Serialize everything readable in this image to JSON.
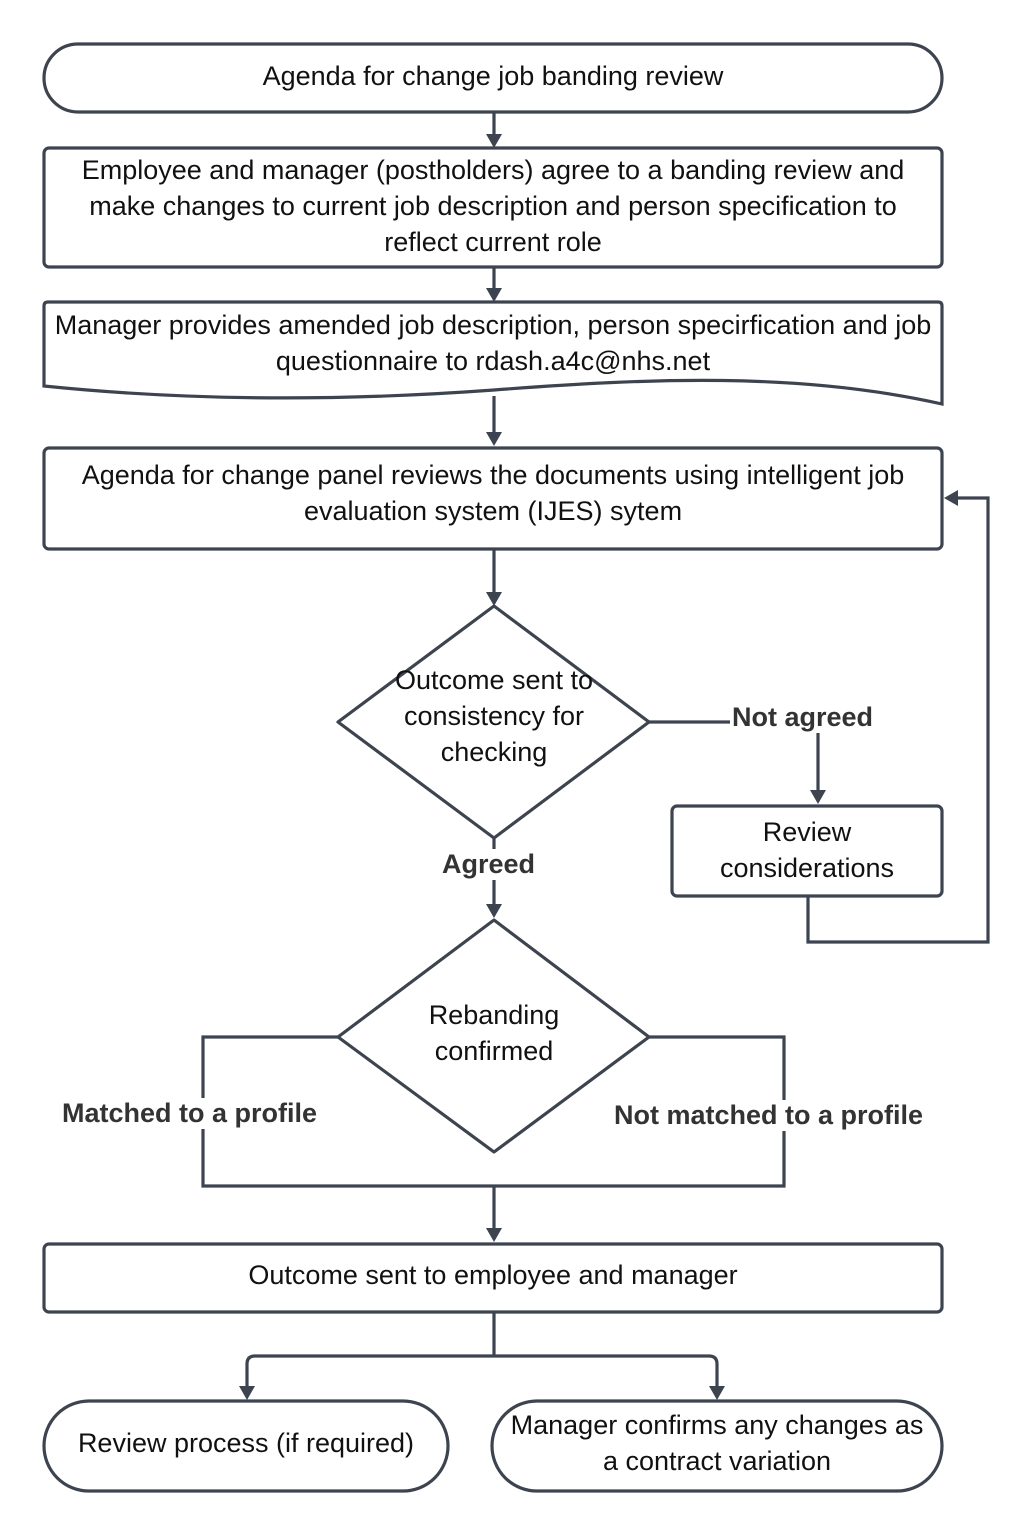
{
  "nodes": {
    "start": "Agenda for change job banding review",
    "agree": "Employee and manager (postholders) agree to a banding review and make changes to current job description and person specification to reflect current role",
    "provide": "Manager provides amended job description, person specirfication and job questionnaire to rdash.a4c@nhs.net",
    "panel": "Agenda for change panel reviews the documents using intelligent job evaluation system (IJES) sytem",
    "consistency": "Outcome sent to consistency for checking",
    "considerations": "Review considerations",
    "rebanding": "Rebanding confirmed",
    "outcome": "Outcome sent to employee and manager",
    "review_process": "Review process (if required)",
    "contract": "Manager confirms any changes as a contract variation"
  },
  "edge_labels": {
    "not_agreed": "Not agreed",
    "agreed": "Agreed",
    "matched": "Matched to a profile",
    "not_matched": "Not matched to a profile"
  },
  "colors": {
    "stroke": "#3d4450",
    "text": "#111111",
    "label": "#333333",
    "background": "#ffffff"
  }
}
